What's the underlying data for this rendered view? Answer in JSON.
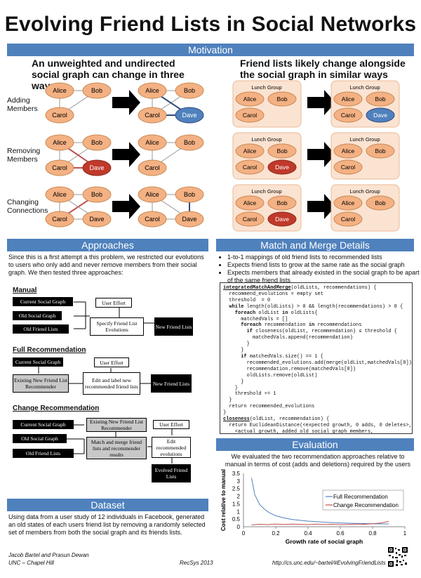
{
  "title": "Evolving Friend Lists in Social Networks",
  "motivation": {
    "bar": "Motivation",
    "left_heading": "An unweighted and undirected social graph can change in three ways:",
    "right_heading": "Friend lists likely change alongside the social graph in similar ways",
    "rows": [
      {
        "label": "Adding Members",
        "before": [
          "Alice",
          "Bob",
          "Carol"
        ],
        "after": [
          "Alice",
          "Bob",
          "Carol",
          "Dave"
        ]
      },
      {
        "label": "Removing Members",
        "before": [
          "Alice",
          "Bob",
          "Carol",
          "Dave"
        ],
        "after": [
          "Alice",
          "Bob",
          "Carol"
        ]
      },
      {
        "label": "Changing Connections",
        "before": [
          "Alice",
          "Bob",
          "Carol",
          "Dave"
        ],
        "after": [
          "Alice",
          "Bob",
          "Carol",
          "Dave"
        ]
      }
    ],
    "group_name": "Lunch Group"
  },
  "approaches": {
    "bar": "Approaches",
    "text": "Since this is a first attempt a this problem, we restricted our evolutions to users who only add and never remove members from their social graph. We then tested three approaches:",
    "manual": {
      "label": "Manual",
      "current_graph": "Current Social Graph",
      "old_graph": "Old Social Graph",
      "old_lists": "Old Friend Lists",
      "user_effort": "User Effort",
      "specify": "Specify Friend List Evolutions",
      "new_lists": "New Friend Lists"
    },
    "full": {
      "label": "Full Recommendation",
      "current_graph": "Current Social Graph",
      "user_effort": "User Effort",
      "recommender": "Existing New Friend List Recommender",
      "edit_label": "Edit and label new recommended friend lists",
      "new_lists": "New Friend Lists"
    },
    "change": {
      "label": "Change Recommendation",
      "current_graph": "Current Social Graph",
      "old_graph": "Old Social Graph",
      "old_lists": "Old Friend Lists",
      "recommender": "Existing New Friend List Recommender",
      "match_merge": "Match and merge friend lists and recommender results",
      "user_effort": "User Effort",
      "edit": "Edit recommended evolutions",
      "evolved": "Evolved Friend Lists"
    }
  },
  "dataset": {
    "bar": "Dataset",
    "text": "Using data from a user study of 12 individuals in Facebook, generated an old states of each users friend list by removing a randomly selected set of members from both the social graph and its friends lists."
  },
  "match_merge": {
    "bar": "Match and Merge Details",
    "bullets": [
      "1-to-1 mappings of old friend lists to recommended lists",
      "Expects friend lists to grow at the same rate as the social graph",
      "Expects members that already existed in the social graph to be apart of the same friend lists"
    ]
  },
  "evaluation": {
    "bar": "Evaluation",
    "text": "We evaluated the two recommendation approaches relative to manual in terms of  cost (adds and deletions) required by the users"
  },
  "chart_data": {
    "type": "line",
    "xlabel": "Growth rate of social graph",
    "ylabel": "Cost relative to manual",
    "xlim": [
      0,
      1
    ],
    "ylim": [
      0,
      3.5
    ],
    "xticks": [
      "0",
      "0.2",
      "0.4",
      "0.6",
      "0.8",
      "1"
    ],
    "yticks": [
      "0",
      "0.5",
      "1",
      "1.5",
      "2",
      "2.5",
      "3",
      "3.5"
    ],
    "legend_position": "right",
    "series": [
      {
        "name": "Full Recommendation",
        "color": "#4f81bd",
        "x": [
          0.05,
          0.07,
          0.1,
          0.13,
          0.16,
          0.2,
          0.25,
          0.3,
          0.35,
          0.4,
          0.5,
          0.6,
          0.7,
          0.8,
          0.9
        ],
        "y": [
          3.2,
          2.1,
          1.45,
          1.15,
          0.92,
          0.72,
          0.58,
          0.48,
          0.42,
          0.37,
          0.3,
          0.25,
          0.22,
          0.2,
          0.18
        ]
      },
      {
        "name": "Change Recommendation",
        "color": "#c0504d",
        "x": [
          0.05,
          0.1,
          0.15,
          0.2,
          0.25,
          0.3,
          0.35,
          0.4,
          0.45,
          0.5,
          0.55,
          0.6,
          0.65,
          0.7,
          0.75,
          0.8,
          0.85,
          0.9
        ],
        "y": [
          0.12,
          0.16,
          0.14,
          0.18,
          0.15,
          0.17,
          0.16,
          0.14,
          0.17,
          0.15,
          0.16,
          0.14,
          0.15,
          0.17,
          0.16,
          0.2,
          0.24,
          0.35
        ]
      }
    ]
  },
  "footer": {
    "authors": "Jacob Bartel and Prasun Dewan",
    "affiliation": "UNC – Chapel Hill",
    "venue": "RecSys 2013",
    "url": "http://cs.unc.edu/~bartel/#EvolvingFriendLists"
  }
}
